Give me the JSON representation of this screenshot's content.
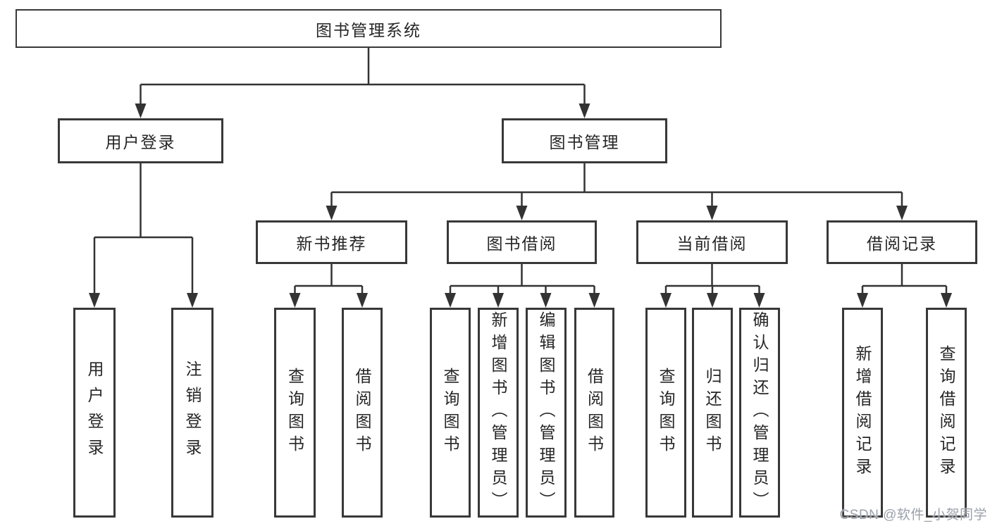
{
  "diagram_type": "hierarchy-diagram",
  "watermark": "CSDN @软件_小贺同学",
  "colors": {
    "line": "#333333",
    "box_border": "#383838",
    "text": "#262626",
    "watermark": "#9aa1ab",
    "background": "#ffffff"
  },
  "tree": {
    "label": "图书管理系统",
    "children": [
      {
        "label": "用户登录",
        "children": [
          {
            "label": "用户登录"
          },
          {
            "label": "注销登录"
          }
        ]
      },
      {
        "label": "图书管理",
        "children": [
          {
            "label": "新书推荐",
            "children": [
              {
                "label": "查询图书"
              },
              {
                "label": "借阅图书"
              }
            ]
          },
          {
            "label": "图书借阅",
            "children": [
              {
                "label": "查询图书"
              },
              {
                "label": "新增图书（管理员）"
              },
              {
                "label": "编辑图书（管理员）"
              },
              {
                "label": "借阅图书"
              }
            ]
          },
          {
            "label": "当前借阅",
            "children": [
              {
                "label": "查询图书"
              },
              {
                "label": "归还图书"
              },
              {
                "label": "确认归还（管理员）"
              }
            ]
          },
          {
            "label": "借阅记录",
            "children": [
              {
                "label": "新增借阅记录"
              },
              {
                "label": "查询借阅记录"
              }
            ]
          }
        ]
      }
    ]
  }
}
